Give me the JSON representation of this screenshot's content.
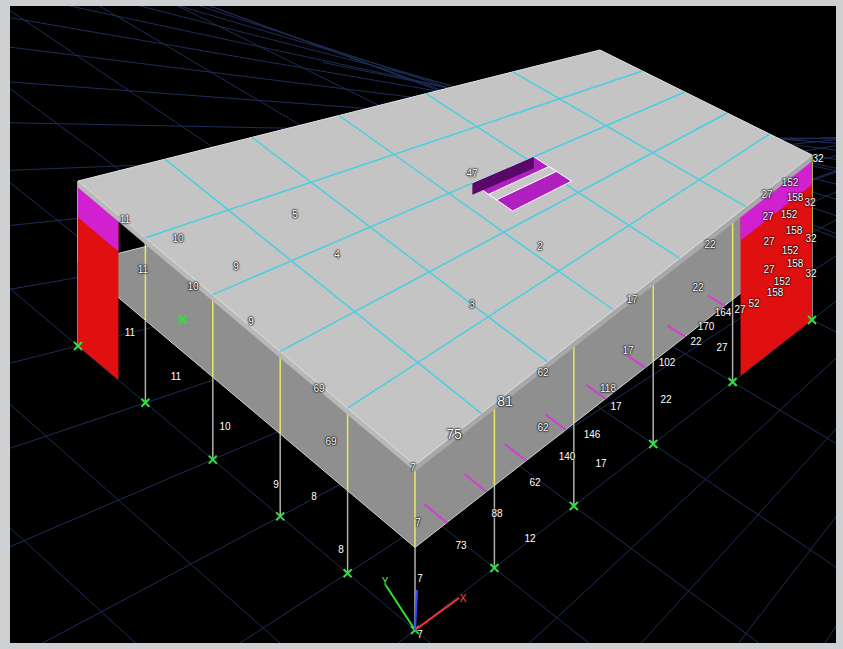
{
  "diagram": {
    "labels": [
      "32",
      "152",
      "27",
      "158",
      "32",
      "152",
      "27",
      "158",
      "32",
      "27",
      "152",
      "158",
      "32",
      "27",
      "152",
      "158",
      "52",
      "27",
      "164",
      "170",
      "27",
      "22",
      "22",
      "22",
      "102",
      "22",
      "17",
      "17",
      "118",
      "17",
      "146",
      "17",
      "140",
      "62",
      "62",
      "62",
      "12",
      "81",
      "75",
      "88",
      "73",
      "7",
      "7",
      "7",
      "7",
      "69",
      "69",
      "8",
      "8",
      "9",
      "9",
      "9",
      "10",
      "10",
      "10",
      "11",
      "11",
      "11",
      "11",
      "47",
      "4",
      "3",
      "2",
      "5",
      "Y",
      "X"
    ]
  }
}
